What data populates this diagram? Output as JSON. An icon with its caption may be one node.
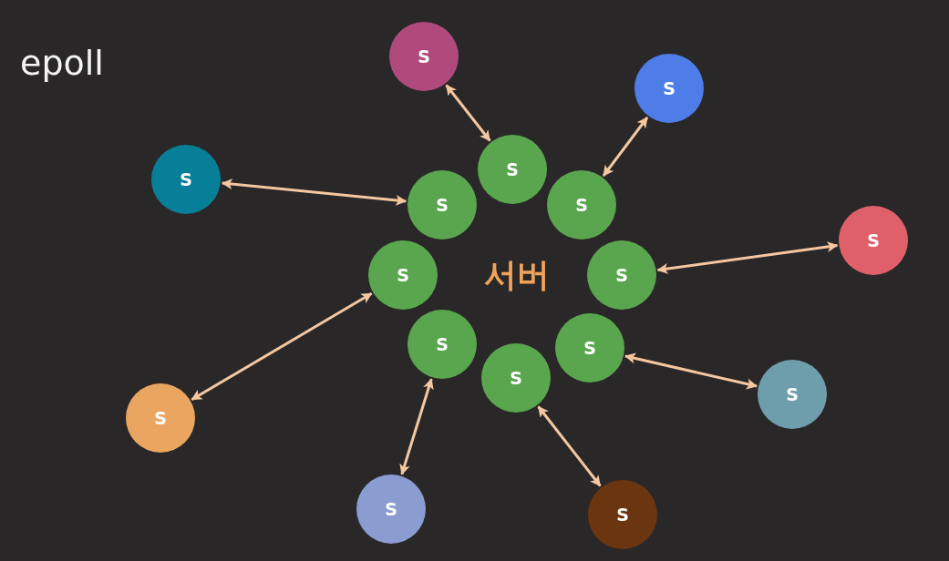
{
  "diagram": {
    "title": "epoll",
    "nodes": [
      {
        "text": [
          "S"
        ]
      },
      {
        "text": [
          "S"
        ]
      },
      {
        "text": [
          "S"
        ]
      },
      {
        "text": [
          "S"
        ]
      },
      {
        "text": [
          "S"
        ]
      },
      {
        "text": [
          "S"
        ]
      },
      {
        "text": [
          "S"
        ]
      },
      {
        "text": [
          "S"
        ]
      },
      {
        "text": [
          "S"
        ]
      },
      {
        "text": [
          "S"
        ]
      },
      {
        "text": [
          "S"
        ]
      },
      {
        "text": [
          "S"
        ]
      },
      {
        "text": [
          "S"
        ]
      },
      {
        "text": [
          "S"
        ]
      },
      {
        "text": [
          "S"
        ]
      },
      {
        "text": [
          "S"
        ]
      }
    ],
    "edges": [
      {
        "from": 0,
        "to": 2,
        "arrow": "both"
      },
      {
        "from": 1,
        "to": 5,
        "arrow": "both"
      },
      {
        "from": 3,
        "to": 4,
        "arrow": "both"
      },
      {
        "from": 6,
        "to": 8,
        "arrow": "both"
      },
      {
        "from": 13,
        "to": 7,
        "arrow": "both"
      },
      {
        "from": 12,
        "to": 10,
        "arrow": "both"
      },
      {
        "from": 14,
        "to": 9,
        "arrow": "both"
      },
      {
        "from": 15,
        "to": 11,
        "arrow": "both"
      }
    ],
    "labels": [
      "서버"
    ]
  }
}
